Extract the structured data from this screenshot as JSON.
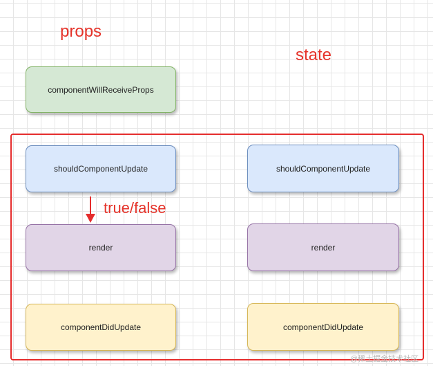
{
  "labels": {
    "props": "props",
    "state": "state",
    "condition": "true/false"
  },
  "props_column": {
    "will_receive": "componentWillReceiveProps",
    "should_update": "shouldComponentUpdate",
    "render": "render",
    "did_update": "componentDidUpdate"
  },
  "state_column": {
    "should_update": "shouldComponentUpdate",
    "render": "render",
    "did_update": "componentDidUpdate"
  },
  "watermark": "@稀土掘金技术社区",
  "colors": {
    "accent": "#e52d2d",
    "green": "#d5e8d4",
    "blue": "#dae8fc",
    "purple": "#e1d5e7",
    "yellow": "#fff2cc"
  }
}
